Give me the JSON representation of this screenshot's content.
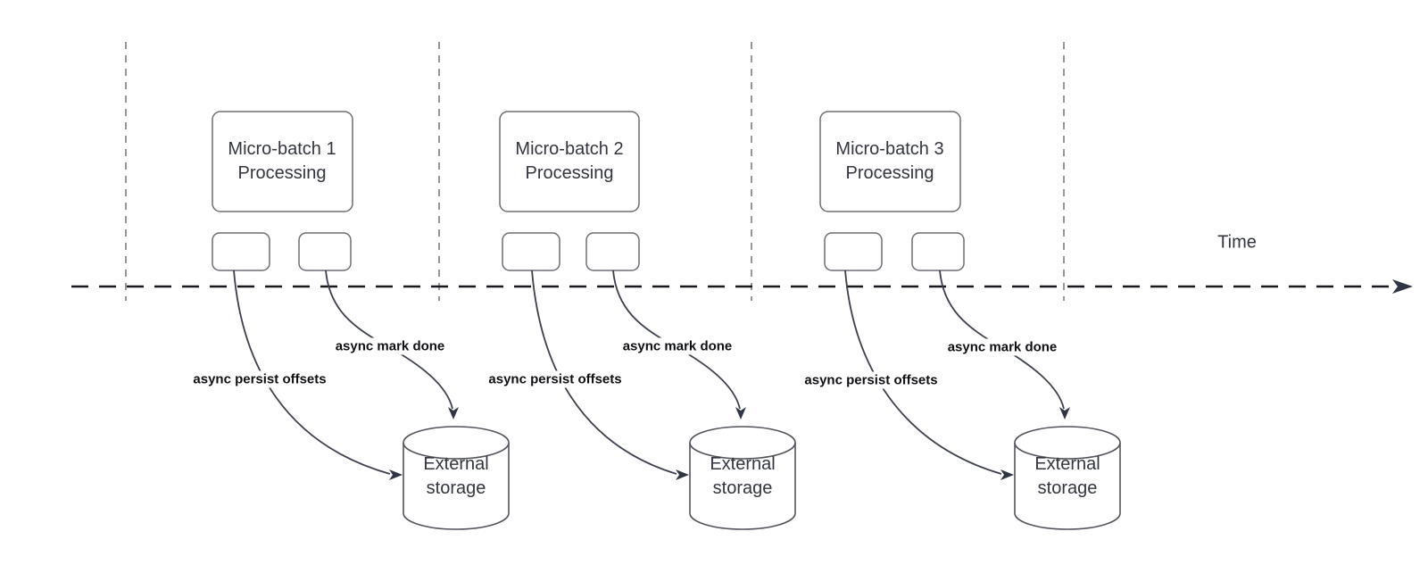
{
  "diagram": {
    "time_label": "Time",
    "groups": [
      {
        "box_label": "Micro-batch 1\nProcessing",
        "persist_label": "async persist offsets",
        "done_label": "async mark done",
        "storage_label": "External\nstorage"
      },
      {
        "box_label": "Micro-batch 2\nProcessing",
        "persist_label": "async persist offsets",
        "done_label": "async mark done",
        "storage_label": "External\nstorage"
      },
      {
        "box_label": "Micro-batch 3\nProcessing",
        "persist_label": "async persist offsets",
        "done_label": "async mark done",
        "storage_label": "External\nstorage"
      }
    ]
  },
  "colors": {
    "curve_stroke": "#3d414d",
    "timeline_stroke": "#17181b",
    "guide_stroke": "#97979d",
    "box_border": "#6d6d75",
    "cylinder_border": "#51545c",
    "text": "#33363f",
    "label_text": "#0f1013",
    "background": "#ffffff"
  }
}
